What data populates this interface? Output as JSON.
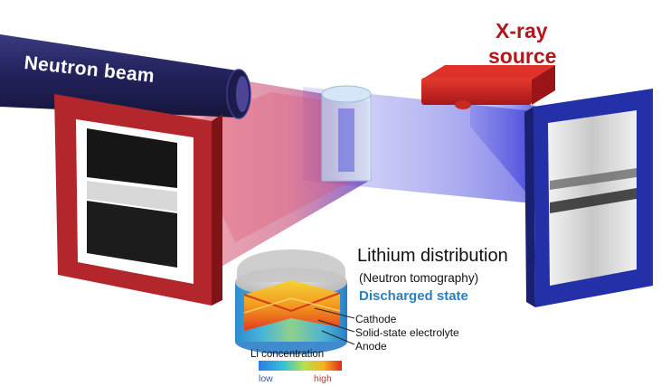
{
  "labels": {
    "neutron_beam": "Neutron beam",
    "xray_line1": "X-ray",
    "xray_line2": "source",
    "lithium_title": "Lithium distribution",
    "lithium_subtitle": "(Neutron tomography)",
    "state": "Discharged state",
    "cathode": "Cathode",
    "electrolyte": "Solid-state electrolyte",
    "anode": "Anode"
  },
  "colorbar": {
    "title": "Li concentration",
    "low": "low",
    "high": "high"
  },
  "colors": {
    "neutron_frame": "#b3262c",
    "xray_frame": "#2430a8",
    "neutron_tube": "#22225a",
    "xray_source": "#d42a22",
    "label_red": "#b0181c",
    "label_blue": "#2a7fc1"
  }
}
